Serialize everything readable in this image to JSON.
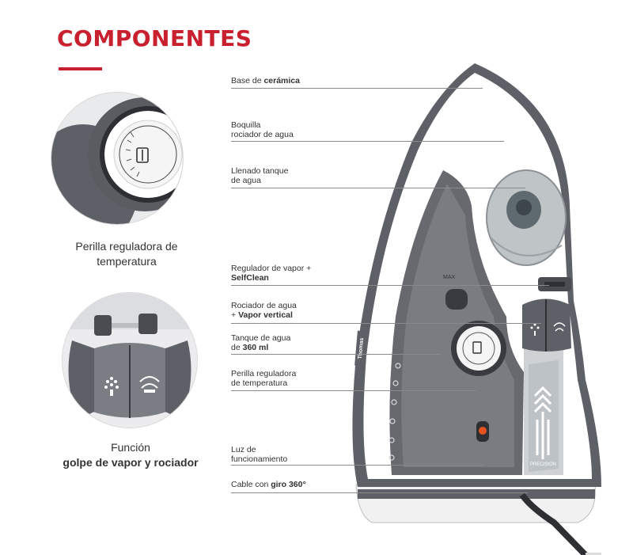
{
  "title": "COMPONENTES",
  "brand": "Thomas",
  "colors": {
    "accent": "#c8202f",
    "body": "#ffffff",
    "grey": "#5e6068",
    "light_grey": "#c6cacd"
  },
  "captions": {
    "temperature_knob": {
      "line1": "Perilla reguladora de",
      "line2": "temperatura"
    },
    "steam_function": {
      "line1": "Función",
      "line2": "golpe de vapor y rociador"
    }
  },
  "callouts": {
    "ceramic_base": {
      "text": "Base de ",
      "bold": "cerámica"
    },
    "nozzle": {
      "line1": "Boquilla",
      "line2": "rociador de agua"
    },
    "tank_fill": {
      "line1": "Llenado tanque",
      "line2": "de agua"
    },
    "steam_regulator": {
      "line1": "Regulador de vapor +",
      "bold": "SelfClean"
    },
    "sprayer": {
      "line1": "Rociador de agua",
      "line2_prefix": "+ ",
      "bold": "Vapor vertical"
    },
    "tank": {
      "line1": "Tanque de agua",
      "line2_prefix": "de ",
      "bold": "360 ml"
    },
    "temp_knob": {
      "line1": "Perilla reguladora",
      "line2": "de temperatura"
    },
    "power_light": {
      "line1": "Luz de",
      "line2": "funcionamiento"
    },
    "cable": {
      "text": "Cable con ",
      "bold": "giro 360°"
    }
  },
  "dial_labels": {
    "max": "MAX",
    "precision": "PRECISION"
  }
}
